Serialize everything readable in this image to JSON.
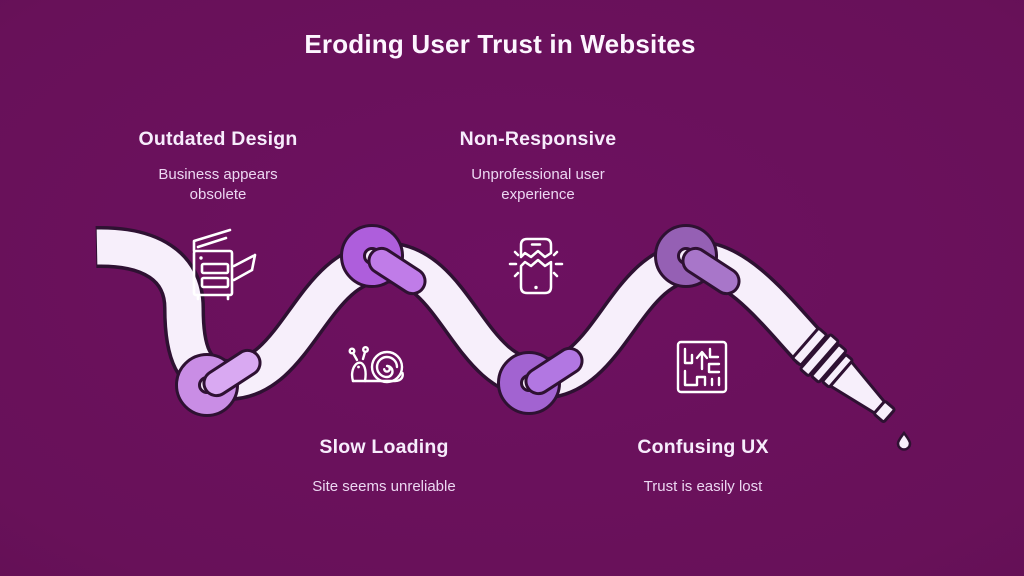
{
  "title": "Eroding User Trust in Websites",
  "colors": {
    "background_center": "#6d1160",
    "background_edge": "#500d45",
    "rope_fill": "#f7effb",
    "rope_outline": "#2e1132",
    "icon": "#ffffff",
    "title_text": "#fdf6ff",
    "heading_text": "#f7ecfc",
    "description_text": "#ecd7f2"
  },
  "knots": [
    {
      "name": "knot-1",
      "ring": "#c98de5",
      "capsule": "#d9a9f2"
    },
    {
      "name": "knot-2",
      "ring": "#ae5edc",
      "capsule": "#c07ce8"
    },
    {
      "name": "knot-3",
      "ring": "#a263d1",
      "capsule": "#b277e2"
    },
    {
      "name": "knot-4",
      "ring": "#9560b4",
      "capsule": "#a876c9"
    }
  ],
  "items": [
    {
      "heading": "Outdated Design",
      "description": "Business appears obsolete",
      "icon": "copier-icon"
    },
    {
      "heading": "Non-Responsive",
      "description": "Unprofessional user experience",
      "icon": "broken-phone-icon"
    },
    {
      "heading": "Slow Loading",
      "description": "Site seems unreliable",
      "icon": "snail-icon"
    },
    {
      "heading": "Confusing UX",
      "description": "Trust is easily lost",
      "icon": "maze-icon"
    }
  ]
}
